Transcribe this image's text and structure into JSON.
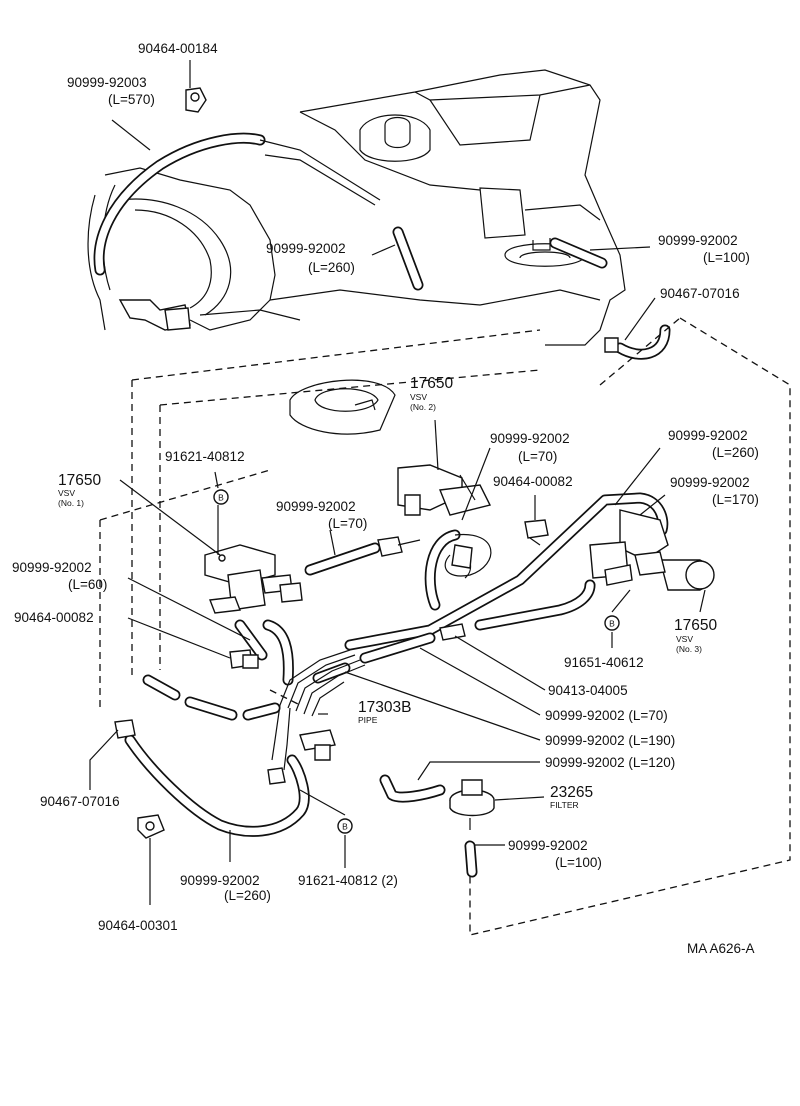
{
  "labels": {
    "p_90464_00184": "90464-00184",
    "p_90999_92003": "90999-92003",
    "p_l570": "(L=570)",
    "p_92002_260_top": "90999-92002",
    "p_l260_top": "(L=260)",
    "p_92002_100_top": "90999-92002",
    "p_l100_top": "(L=100)",
    "p_90467_07016_r": "90467-07016",
    "p_17650_vsv2": "17650",
    "p_vsv2_a": "VSV",
    "p_vsv2_b": "(No. 2)",
    "p_91621_top": "91621-40812",
    "p_92002_70_a": "90999-92002",
    "p_l70_a": "(L=70)",
    "p_92002_260_r": "90999-92002",
    "p_l260_r": "(L=260)",
    "p_90464_00082_mid": "90464-00082",
    "p_92002_170": "90999-92002",
    "p_l170": "(L=170)",
    "p_17650_vsv1": "17650",
    "p_vsv1_a": "VSV",
    "p_vsv1_b": "(No. 1)",
    "p_92002_70_b": "90999-92002",
    "p_l70_b": "(L=70)",
    "p_92002_60": "90999-92002",
    "p_l60": "(L=60)",
    "p_90464_00082_left": "90464-00082",
    "p_17650_vsv3": "17650",
    "p_vsv3_a": "VSV",
    "p_vsv3_b": "(No. 3)",
    "p_91651": "91651-40612",
    "p_90413": "90413-04005",
    "p_17303b": "17303B",
    "p_pipe": "PIPE",
    "p_92002_l70_c": "90999-92002  (L=70)",
    "p_92002_l190": "90999-92002  (L=190)",
    "p_92002_l120": "90999-92002  (L=120)",
    "p_23265": "23265",
    "p_filter": "FILTER",
    "p_90467_07016_l": "90467-07016",
    "p_92002_100_bot": "90999-92002",
    "p_l100_bot": "(L=100)",
    "p_92002_260_bot": "90999-92002",
    "p_l260_bot": "(L=260)",
    "p_91621_2": "91621-40812  (2)",
    "p_90464_00301": "90464-00301",
    "ref_code": "MA A626-A",
    "circle_b": "B"
  }
}
